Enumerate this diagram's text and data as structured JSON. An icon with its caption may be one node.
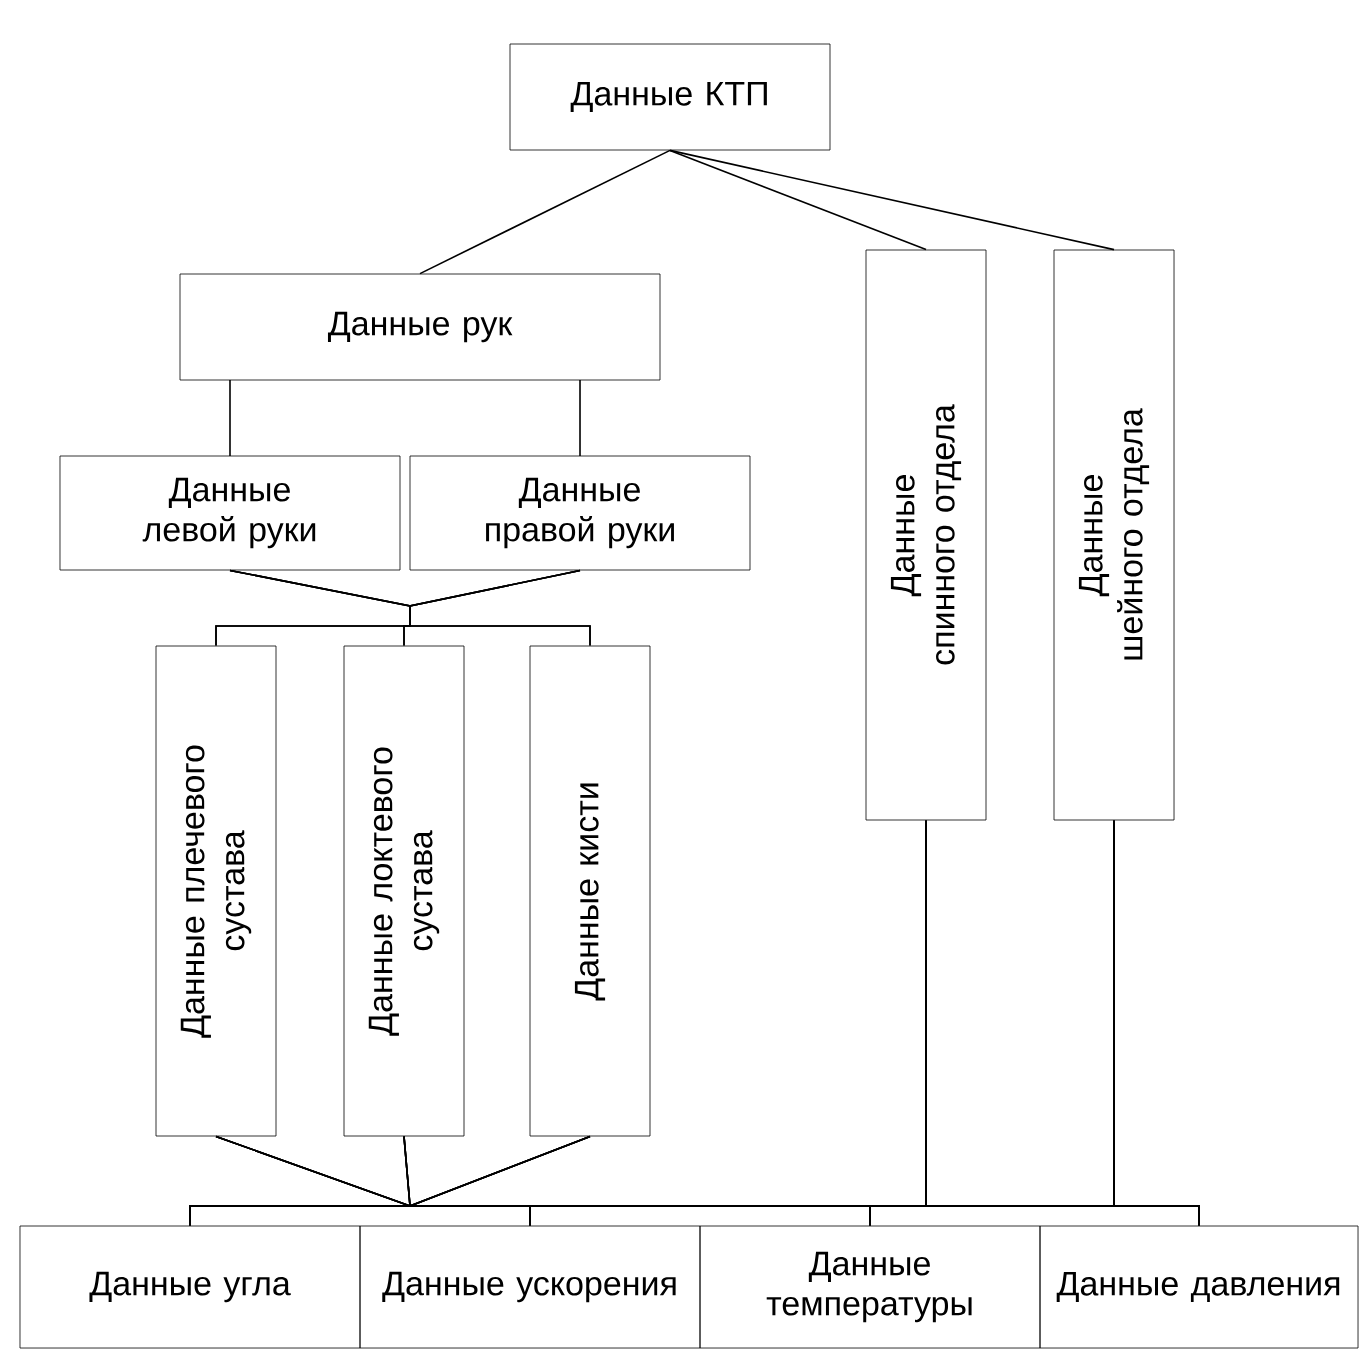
{
  "diagram": {
    "nodes": [
      {
        "text": [
          "Данные КТП"
        ]
      },
      {
        "text": [
          "Данные рук"
        ]
      },
      {
        "text": [
          "Данные спинного отдела"
        ]
      },
      {
        "text": [
          "Данные шейного отдела"
        ]
      },
      {
        "text": [
          "Данные левой руки"
        ]
      },
      {
        "text": [
          "Данные правой руки"
        ]
      },
      {
        "text": [
          "Данные плечевого сустава"
        ]
      },
      {
        "text": [
          "Данные локтевого сустава"
        ]
      },
      {
        "text": [
          "Данные кисти"
        ]
      },
      {
        "text": [
          "Данные угла"
        ]
      },
      {
        "text": [
          "Данные ускорения"
        ]
      },
      {
        "text": [
          "Данные температуры"
        ]
      },
      {
        "text": [
          "Данные давления"
        ]
      }
    ],
    "edges": [
      {
        "from": 0,
        "to": 1,
        "arrow": "none"
      },
      {
        "from": 0,
        "to": 2,
        "arrow": "none"
      },
      {
        "from": 0,
        "to": 3,
        "arrow": "none"
      },
      {
        "from": 1,
        "to": 4,
        "arrow": "none"
      },
      {
        "from": 1,
        "to": 5,
        "arrow": "none"
      },
      {
        "from": 4,
        "to": 6,
        "arrow": "none"
      },
      {
        "from": 4,
        "to": 7,
        "arrow": "none"
      },
      {
        "from": 4,
        "to": 8,
        "arrow": "none"
      },
      {
        "from": 5,
        "to": 6,
        "arrow": "none"
      },
      {
        "from": 5,
        "to": 7,
        "arrow": "none"
      },
      {
        "from": 5,
        "to": 8,
        "arrow": "none"
      },
      {
        "from": 6,
        "to": 9,
        "arrow": "none"
      },
      {
        "from": 6,
        "to": 10,
        "arrow": "none"
      },
      {
        "from": 6,
        "to": 11,
        "arrow": "none"
      },
      {
        "from": 6,
        "to": 12,
        "arrow": "none"
      },
      {
        "from": 7,
        "to": 9,
        "arrow": "none"
      },
      {
        "from": 7,
        "to": 10,
        "arrow": "none"
      },
      {
        "from": 7,
        "to": 11,
        "arrow": "none"
      },
      {
        "from": 7,
        "to": 12,
        "arrow": "none"
      },
      {
        "from": 8,
        "to": 9,
        "arrow": "none"
      },
      {
        "from": 8,
        "to": 10,
        "arrow": "none"
      },
      {
        "from": 8,
        "to": 11,
        "arrow": "none"
      },
      {
        "from": 8,
        "to": 12,
        "arrow": "none"
      },
      {
        "from": 2,
        "to": 9,
        "arrow": "none"
      },
      {
        "from": 2,
        "to": 10,
        "arrow": "none"
      },
      {
        "from": 2,
        "to": 11,
        "arrow": "none"
      },
      {
        "from": 2,
        "to": 12,
        "arrow": "none"
      },
      {
        "from": 3,
        "to": 9,
        "arrow": "none"
      },
      {
        "from": 3,
        "to": 10,
        "arrow": "none"
      },
      {
        "from": 3,
        "to": 11,
        "arrow": "none"
      },
      {
        "from": 3,
        "to": 12,
        "arrow": "none"
      }
    ]
  }
}
